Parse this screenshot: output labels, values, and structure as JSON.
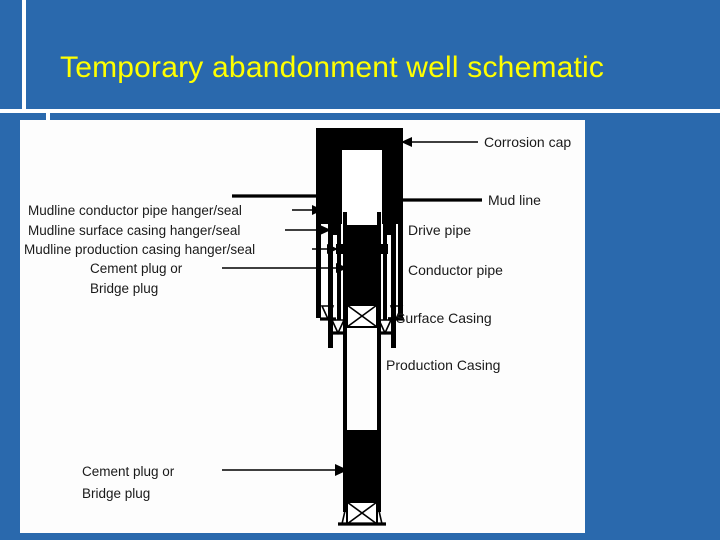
{
  "slide": {
    "background_color": "#2a69ad",
    "accent_rule_color": "#ffffff",
    "title": "Temporary abandonment well schematic",
    "title_color": "#ffff00"
  },
  "figure": {
    "panel_background": "#fdfdfd",
    "line_color": "#000000",
    "labels_left": [
      {
        "id": "mudline-conductor",
        "text": "Mudline conductor pipe hanger/seal"
      },
      {
        "id": "mudline-surface",
        "text": "Mudline surface casing hanger/seal"
      },
      {
        "id": "mudline-production",
        "text": "Mudline production casing hanger/seal"
      },
      {
        "id": "cement-plug-top-1",
        "text": "Cement plug or"
      },
      {
        "id": "cement-plug-top-2",
        "text": "Bridge plug"
      },
      {
        "id": "cement-plug-bottom-1",
        "text": "Cement plug or"
      },
      {
        "id": "cement-plug-bottom-2",
        "text": "Bridge plug"
      }
    ],
    "labels_right": [
      {
        "id": "corrosion-cap",
        "text": "Corrosion cap"
      },
      {
        "id": "mud-line",
        "text": "Mud line"
      },
      {
        "id": "drive-pipe",
        "text": "Drive pipe"
      },
      {
        "id": "conductor-pipe",
        "text": "Conductor pipe"
      },
      {
        "id": "surface-casing",
        "text": "Surface Casing"
      },
      {
        "id": "production-casing",
        "text": "Production Casing"
      }
    ]
  }
}
